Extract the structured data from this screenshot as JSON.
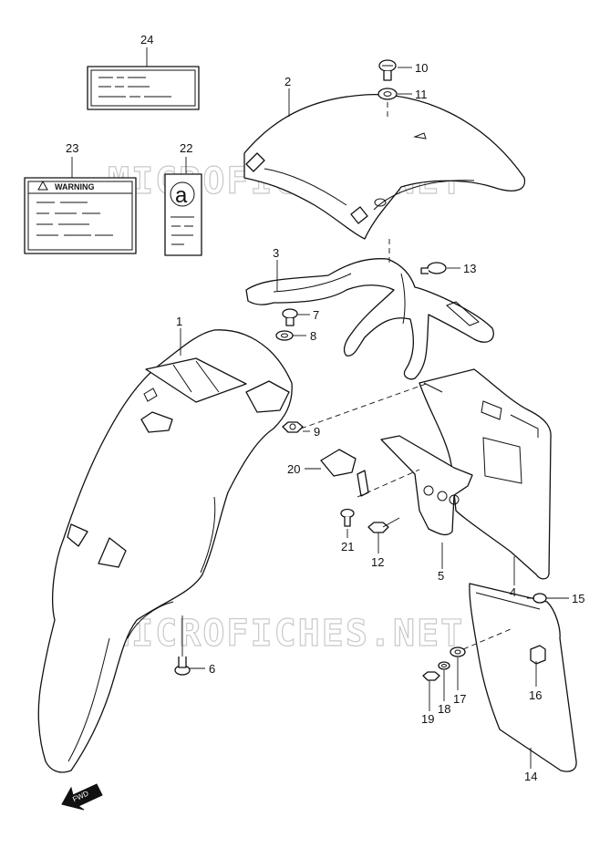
{
  "watermark": "MICROFICHES.NET",
  "warning_label_text": "WARNING",
  "label_22_letter": "a",
  "fwd_text": "FWD",
  "part_numbers": {
    "p1": "1",
    "p2": "2",
    "p3": "3",
    "p4": "4",
    "p5": "5",
    "p6": "6",
    "p7": "7",
    "p8": "8",
    "p9": "9",
    "p10": "10",
    "p11": "11",
    "p12": "12",
    "p13": "13",
    "p14": "14",
    "p15": "15",
    "p16": "16",
    "p17": "17",
    "p18": "18",
    "p19": "19",
    "p20": "20",
    "p21": "21",
    "p22": "22",
    "p23": "23",
    "p24": "24"
  }
}
